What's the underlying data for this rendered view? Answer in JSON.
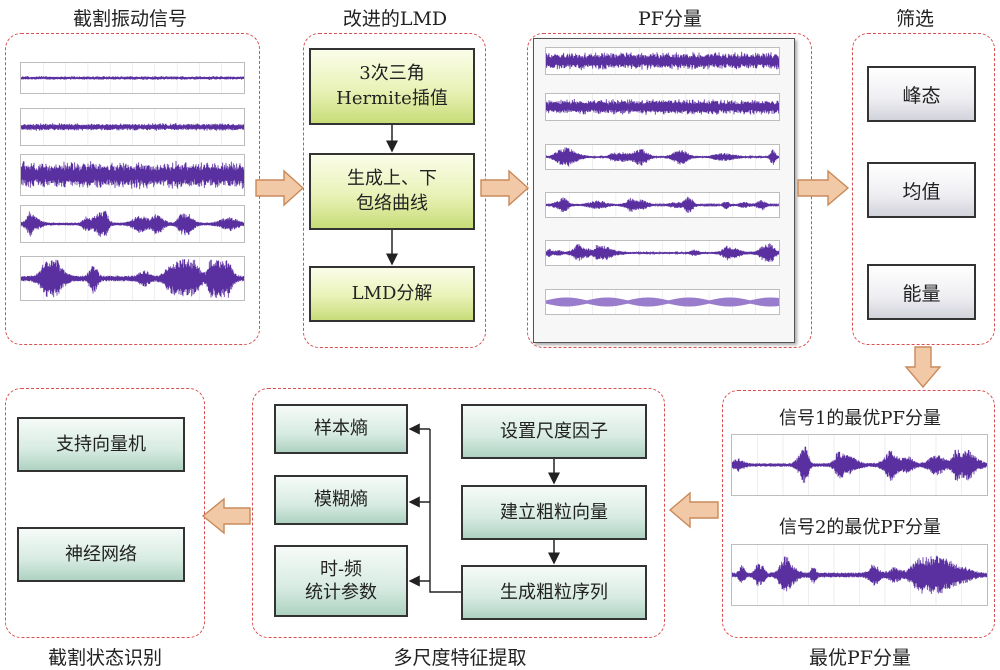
{
  "sections": {
    "signal": {
      "title": "截割振动信号"
    },
    "lmd": {
      "title": "改进的LMD",
      "step1_line1": "3次三角",
      "step1_line2": "Hermite插值",
      "step2_line1": "生成上、下",
      "step2_line2": "包络曲线",
      "step3": "LMD分解"
    },
    "pf": {
      "title": "PF分量"
    },
    "filter": {
      "title": "筛选",
      "items": [
        "峰态",
        "均值",
        "能量"
      ]
    },
    "best": {
      "bottom_title": "最优PF分量",
      "signal1_label": "信号1的最优PF分量",
      "signal2_label": "信号2的最优PF分量"
    },
    "multiscale": {
      "title": "多尺度特征提取",
      "steps": [
        "设置尺度因子",
        "建立粗粒向量",
        "生成粗粒序列"
      ],
      "features": [
        "样本熵",
        "模糊熵"
      ],
      "feature3_line1": "时-频",
      "feature3_line2": "统计参数"
    },
    "recognition": {
      "title": "截割状态识别",
      "items": [
        "支持向量机",
        "神经网络"
      ]
    }
  },
  "colors": {
    "wave": "#5a2fa0",
    "wave_light": "#9a7ccc",
    "dashed_border": "#d94f4f",
    "arrow_fill": "#f2c9a6",
    "arrow_stroke": "#c98a5a"
  }
}
